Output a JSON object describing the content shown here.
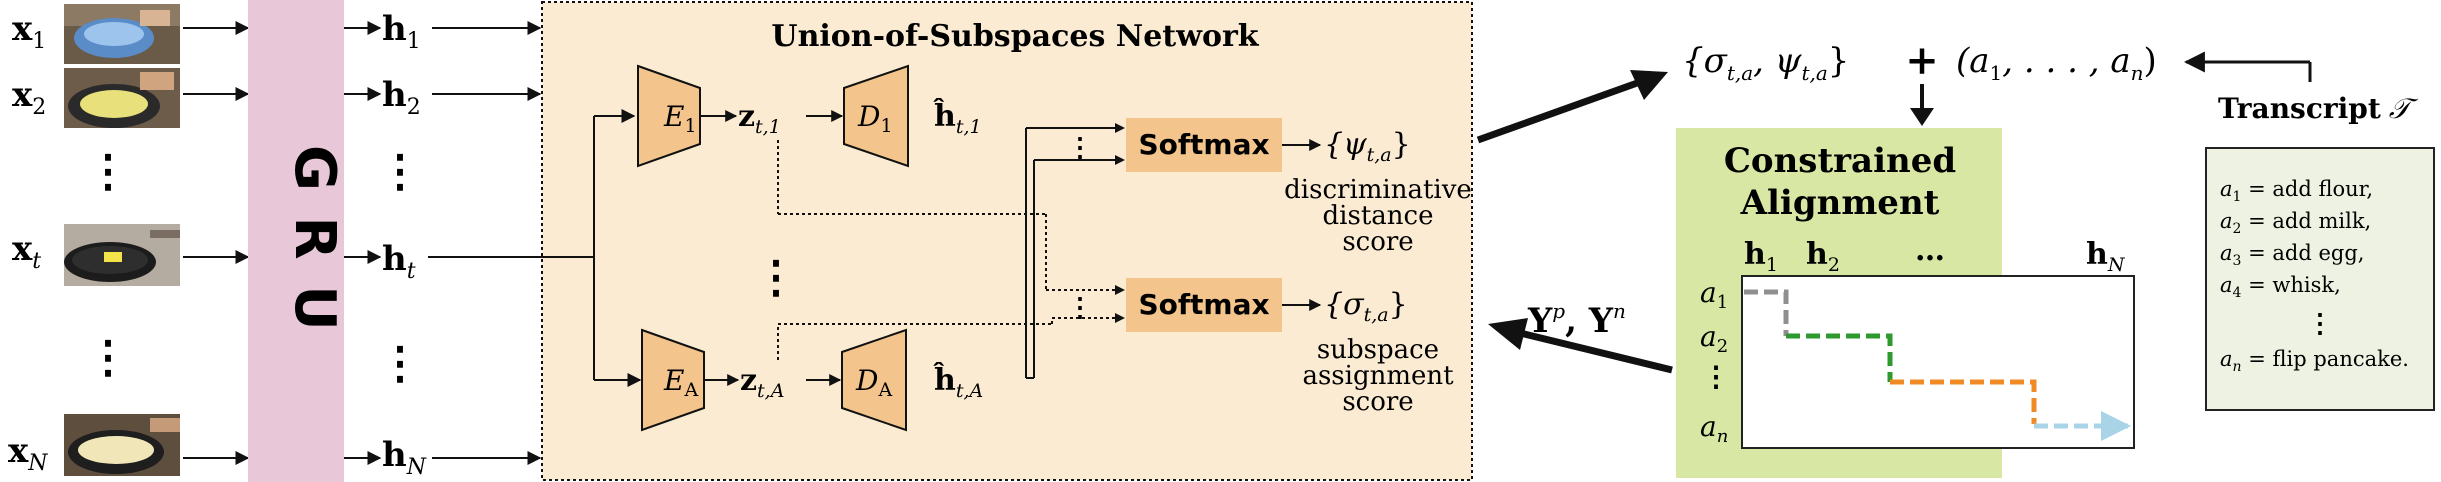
{
  "colors": {
    "gru_fill": "#e8c8d8",
    "network_bg": "#faebd2",
    "network_border": "#111111",
    "block_fill": "#f3c58c",
    "softmax_fill": "#f3c58c",
    "alignment_bg": "#d8e8a4",
    "transcript_bg": "#eef2e2",
    "path_gray": "#8f8f8f",
    "path_green": "#2e9a2e",
    "path_orange": "#f08a24",
    "path_blue": "#a9d4e8"
  },
  "inputs": {
    "x1": "x",
    "x1_sub": "1",
    "x2": "x",
    "x2_sub": "2",
    "xt": "x",
    "xt_sub": "t",
    "xN": "x",
    "xN_sub": "N",
    "dots": "⋮"
  },
  "gru": {
    "label": "GRU",
    "l1": "G",
    "l2": "R",
    "l3": "U"
  },
  "hidden": {
    "h1": "h",
    "h1_sub": "1",
    "h2": "h",
    "h2_sub": "2",
    "ht": "h",
    "ht_sub": "t",
    "hN": "h",
    "hN_sub": "N",
    "dots": "⋮"
  },
  "network": {
    "title": "Union-of-Subspaces Network",
    "enc1": "E",
    "enc1_sub": "1",
    "dec1": "D",
    "dec1_sub": "1",
    "encA": "E",
    "encA_sub": "A",
    "decA": "D",
    "decA_sub": "A",
    "z1": "z",
    "z1_sub": "t,1",
    "zA": "z",
    "zA_sub": "t,A",
    "hhat1": "ĥ",
    "hhat1_sub": "t,1",
    "hhatA": "ĥ",
    "hhatA_sub": "t,A",
    "middle_dots": "⋮",
    "softmax1": "Softmax",
    "softmax2": "Softmax",
    "psi": "{ψ",
    "psi_sub": "t,a",
    "psi_close": "}",
    "sigma": "{σ",
    "sigma_sub": "t,a",
    "sigma_close": "}",
    "psi_caption": [
      "discriminative",
      "distance",
      "score"
    ],
    "sigma_caption": [
      "subspace",
      "assignment",
      "score"
    ]
  },
  "right": {
    "scores_open": "{σ",
    "scores_sub1": "t,a",
    "scores_mid": ", ψ",
    "scores_sub2": "t,a",
    "scores_close": "}",
    "plus": "+",
    "sequence": "(a",
    "sequence_sub1": "1",
    "sequence_mid": ", . . . , a",
    "sequence_sub2": "n",
    "sequence_close": ")",
    "outputs": "Y",
    "outputs_sup1": "p",
    "outputs_sep": ", Y",
    "outputs_sup2": "n"
  },
  "alignment": {
    "title_line1": "Constrained",
    "title_line2": "Alignment",
    "col_h1": "h",
    "col_h1_sub": "1",
    "col_h2": "h",
    "col_h2_sub": "2",
    "col_dots": "…",
    "col_hN": "h",
    "col_hN_sub": "N",
    "row_a1": "a",
    "row_a1_sub": "1",
    "row_a2": "a",
    "row_a2_sub": "2",
    "row_dots": "⋮",
    "row_an": "a",
    "row_an_sub": "n"
  },
  "transcript": {
    "heading": "Transcript",
    "symbol": "𝒯",
    "items": [
      {
        "a": "a",
        "sub": "1",
        "text": " = add flour,"
      },
      {
        "a": "a",
        "sub": "2",
        "text": " = add milk,"
      },
      {
        "a": "a",
        "sub": "3",
        "text": " = add egg,"
      },
      {
        "a": "a",
        "sub": "4",
        "text": " = whisk,"
      }
    ],
    "dots": "⋮",
    "last": {
      "a": "a",
      "sub": "n",
      "text": " = flip pancake."
    }
  }
}
